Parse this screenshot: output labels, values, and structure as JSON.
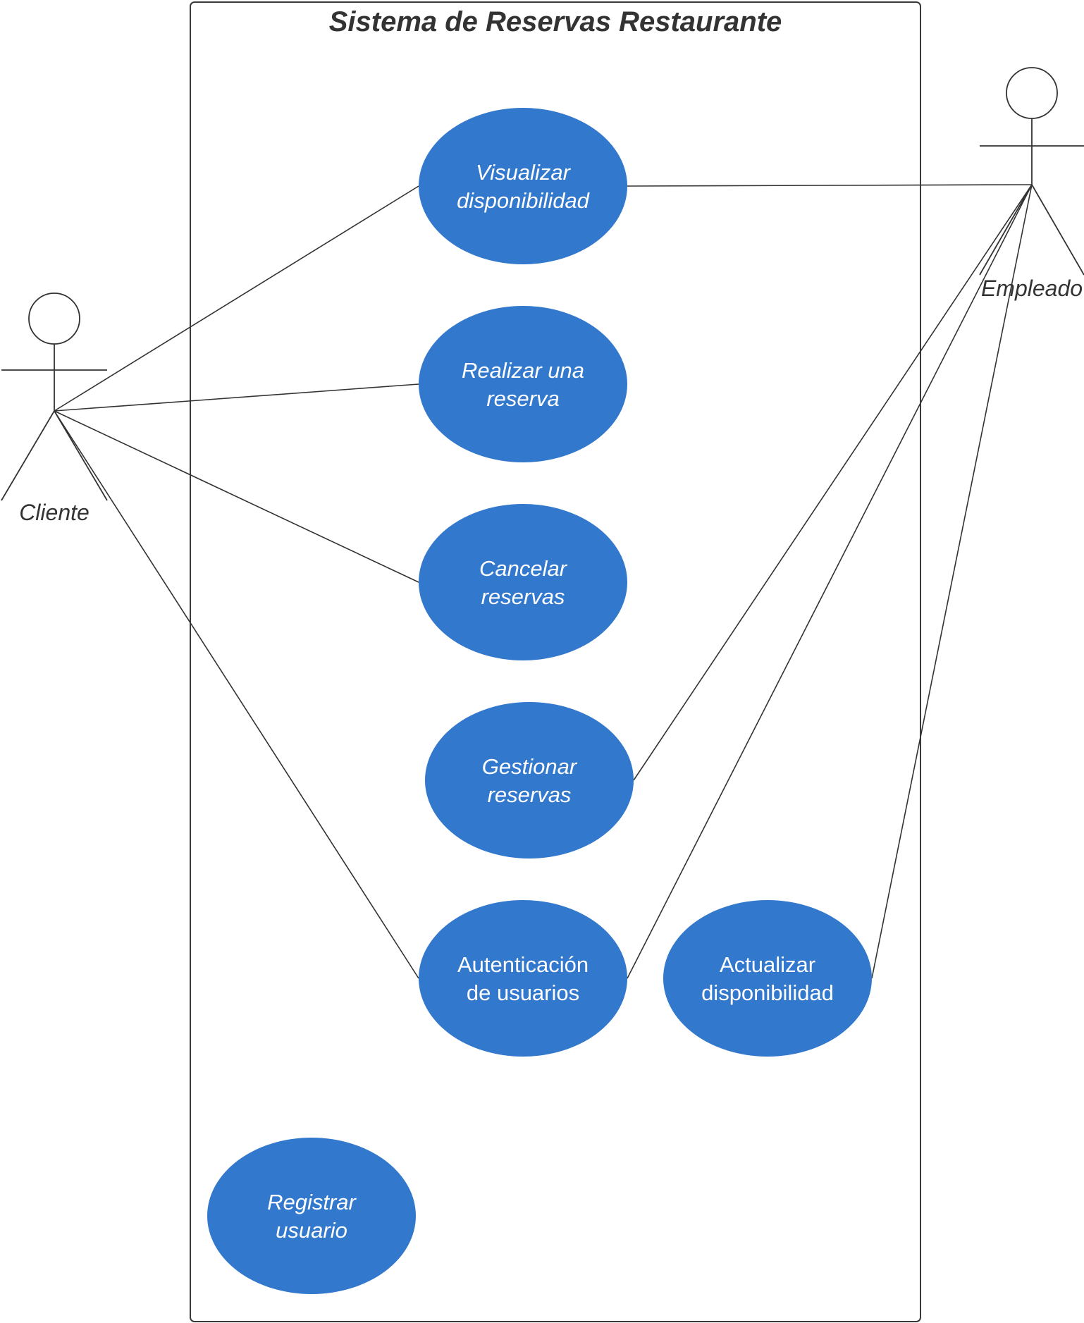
{
  "system": {
    "title": "Sistema de Reservas Restaurante"
  },
  "actors": [
    {
      "id": "cliente",
      "label": "Cliente"
    },
    {
      "id": "empleado",
      "label": "Empleado"
    }
  ],
  "use_cases": [
    {
      "id": "visualizar",
      "lines": [
        "Visualizar",
        "disponibilidad"
      ],
      "italic": true
    },
    {
      "id": "realizar",
      "lines": [
        "Realizar una",
        "reserva"
      ],
      "italic": true
    },
    {
      "id": "cancelar",
      "lines": [
        "Cancelar",
        "reservas"
      ],
      "italic": true
    },
    {
      "id": "gestionar",
      "lines": [
        "Gestionar",
        "reservas"
      ],
      "italic": true
    },
    {
      "id": "autenticacion",
      "lines": [
        "Autenticación",
        "de usuarios"
      ],
      "italic": false
    },
    {
      "id": "actualizar",
      "lines": [
        "Actualizar",
        "disponibilidad"
      ],
      "italic": false
    },
    {
      "id": "registrar",
      "lines": [
        "Registrar",
        "usuario"
      ],
      "italic": true
    }
  ],
  "associations": [
    {
      "actor": "cliente",
      "use_case": "visualizar"
    },
    {
      "actor": "cliente",
      "use_case": "realizar"
    },
    {
      "actor": "cliente",
      "use_case": "cancelar"
    },
    {
      "actor": "cliente",
      "use_case": "autenticacion"
    },
    {
      "actor": "empleado",
      "use_case": "visualizar"
    },
    {
      "actor": "empleado",
      "use_case": "gestionar"
    },
    {
      "actor": "empleado",
      "use_case": "autenticacion"
    },
    {
      "actor": "empleado",
      "use_case": "actualizar"
    }
  ],
  "colors": {
    "use_case_fill": "#3278CC",
    "stroke": "#333333",
    "use_case_text": "#FFFFFF"
  }
}
